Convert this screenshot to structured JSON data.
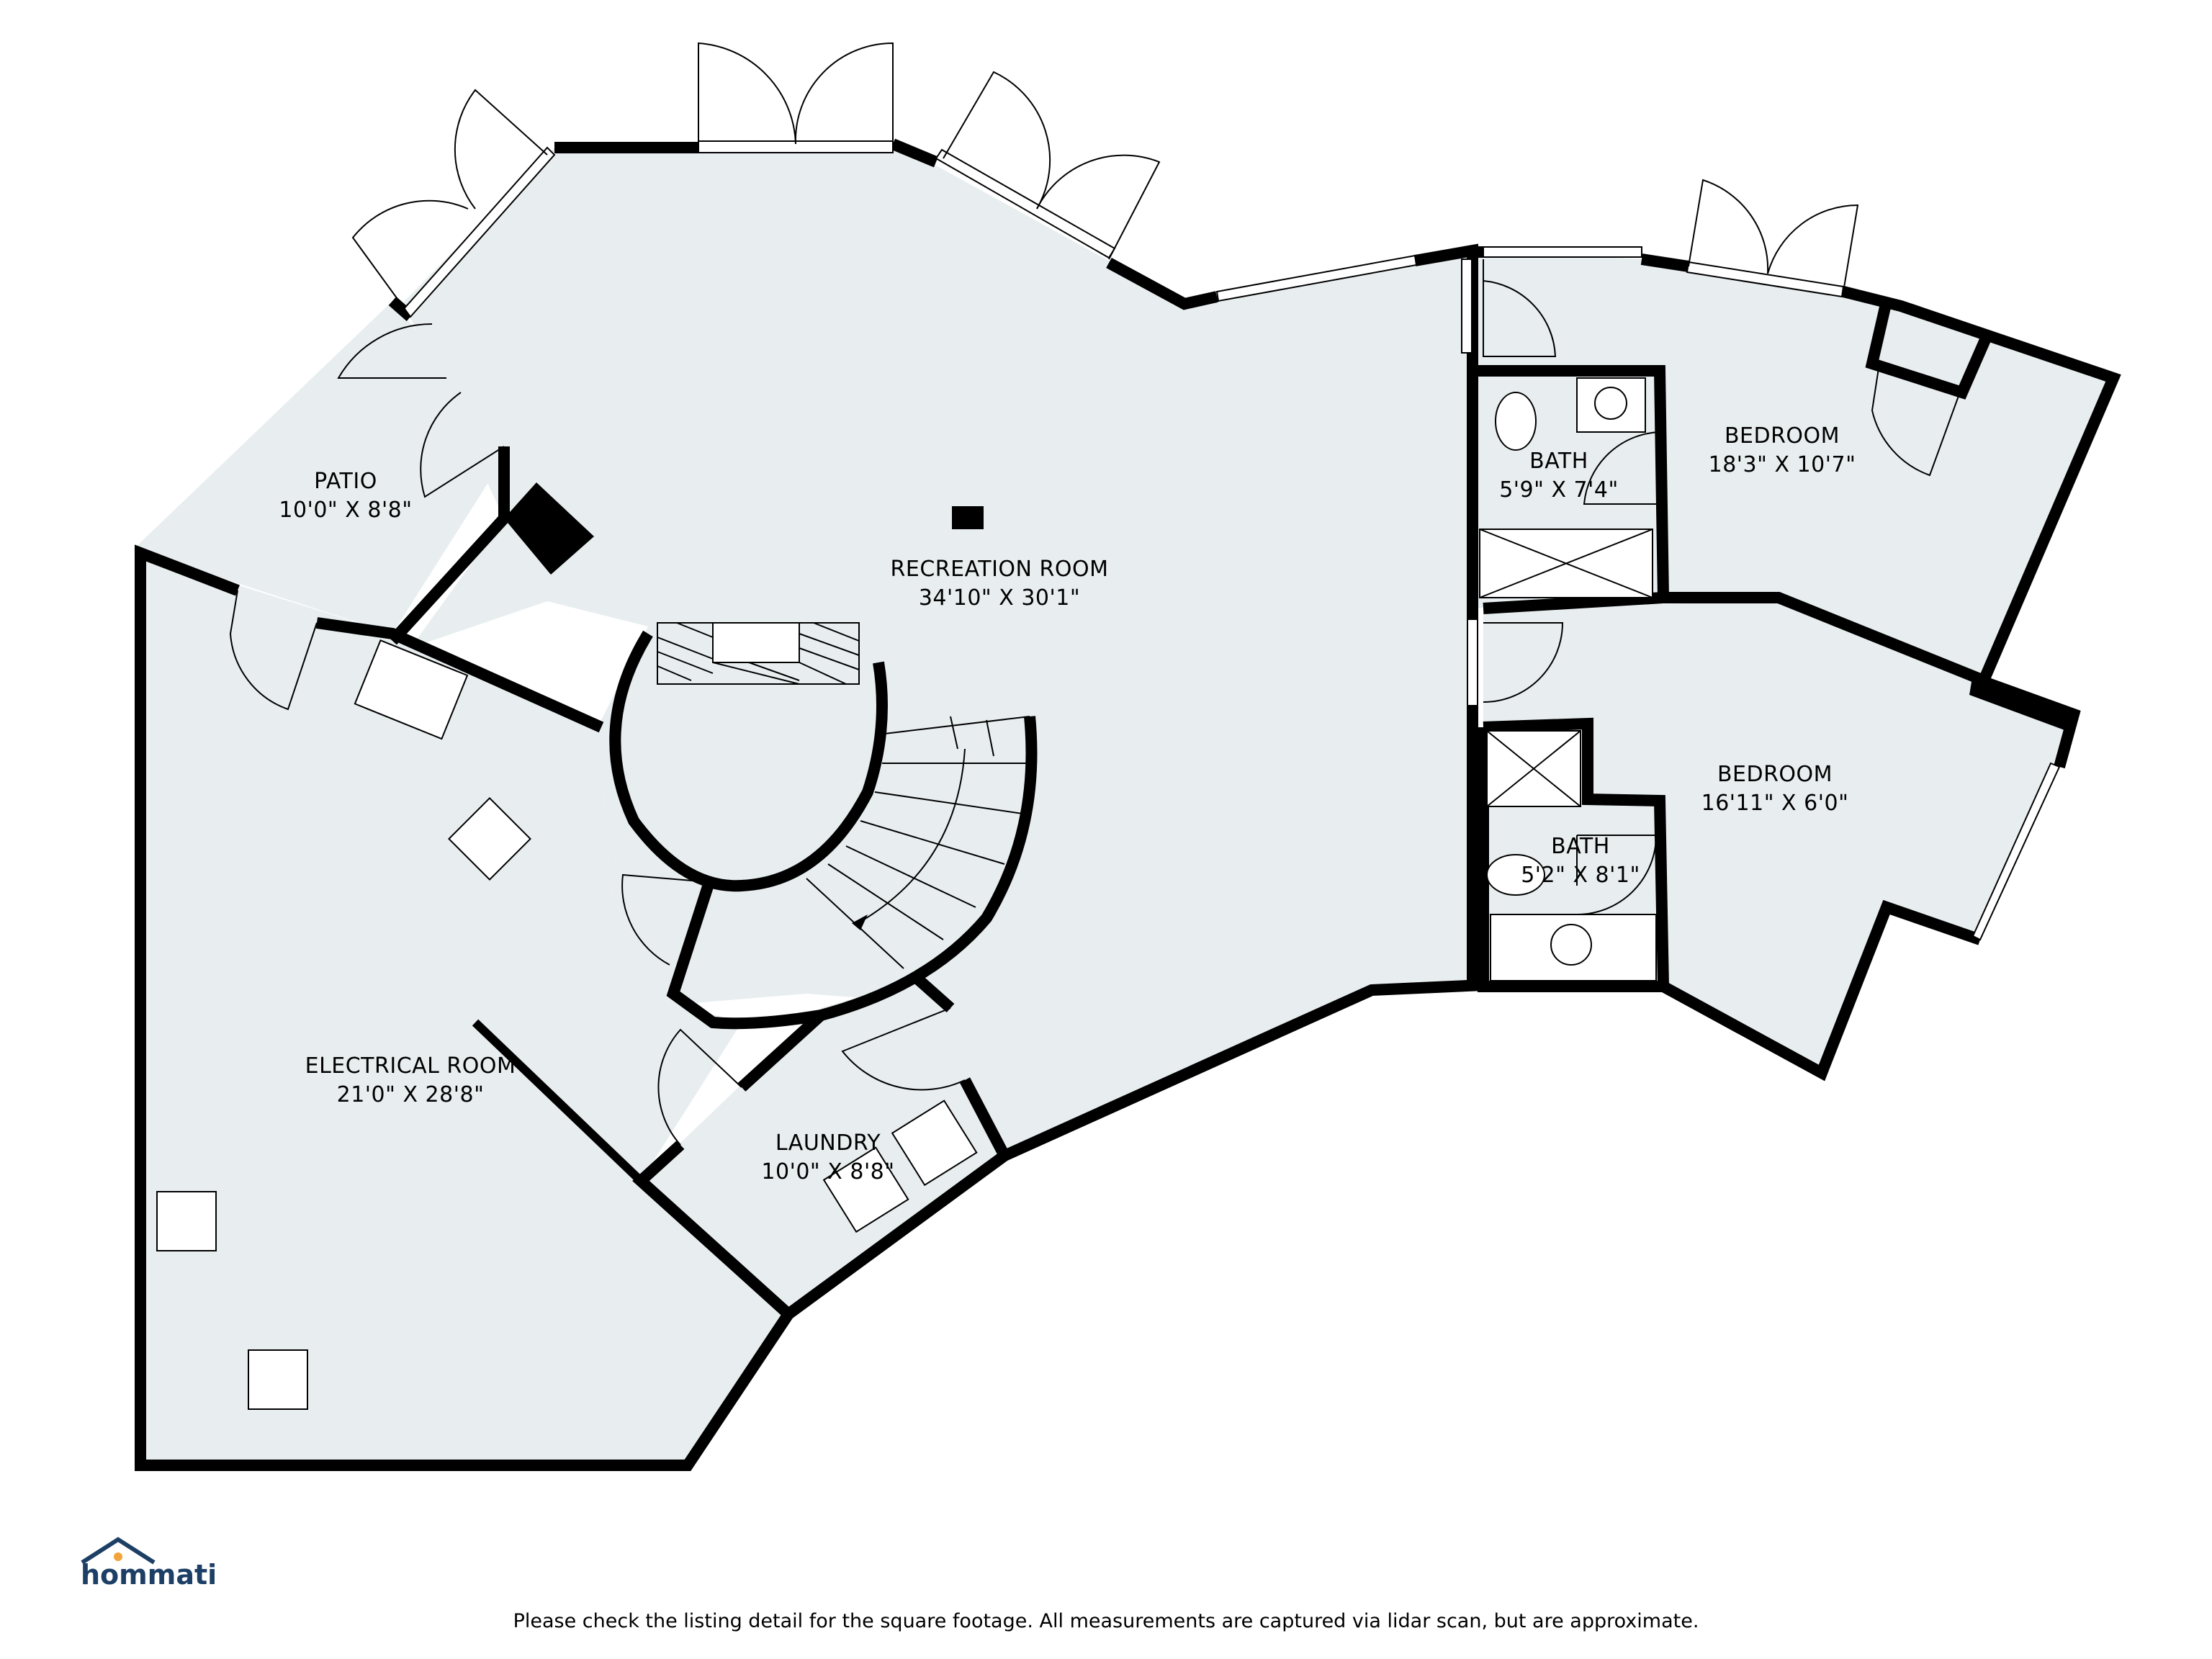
{
  "rooms": [
    {
      "name": "PATIO",
      "size": "10'0\" X 8'8\""
    },
    {
      "name": "RECREATION ROOM",
      "size": "34'10\" X 30'1\""
    },
    {
      "name": "BEDROOM",
      "size": "18'3\" X 10'7\""
    },
    {
      "name": "BATH",
      "size": "5'9\" X 7'4\""
    },
    {
      "name": "BEDROOM",
      "size": "16'11\" X 6'0\""
    },
    {
      "name": "BATH",
      "size": "5'2\" X 8'1\""
    },
    {
      "name": "ELECTRICAL ROOM",
      "size": "21'0\" X 28'8\""
    },
    {
      "name": "LAUNDRY",
      "size": "10'0\" X 8'8\""
    }
  ],
  "logo": {
    "brand": "hommati",
    "accent_color": "#f2a33a",
    "primary_color": "#1d3f66"
  },
  "disclaimer": "Please check the listing detail for the square footage. All measurements are captured via lidar scan, but are approximate.",
  "colors": {
    "room_fill": "#e8eef0",
    "wall": "#000000",
    "background": "#ffffff"
  }
}
